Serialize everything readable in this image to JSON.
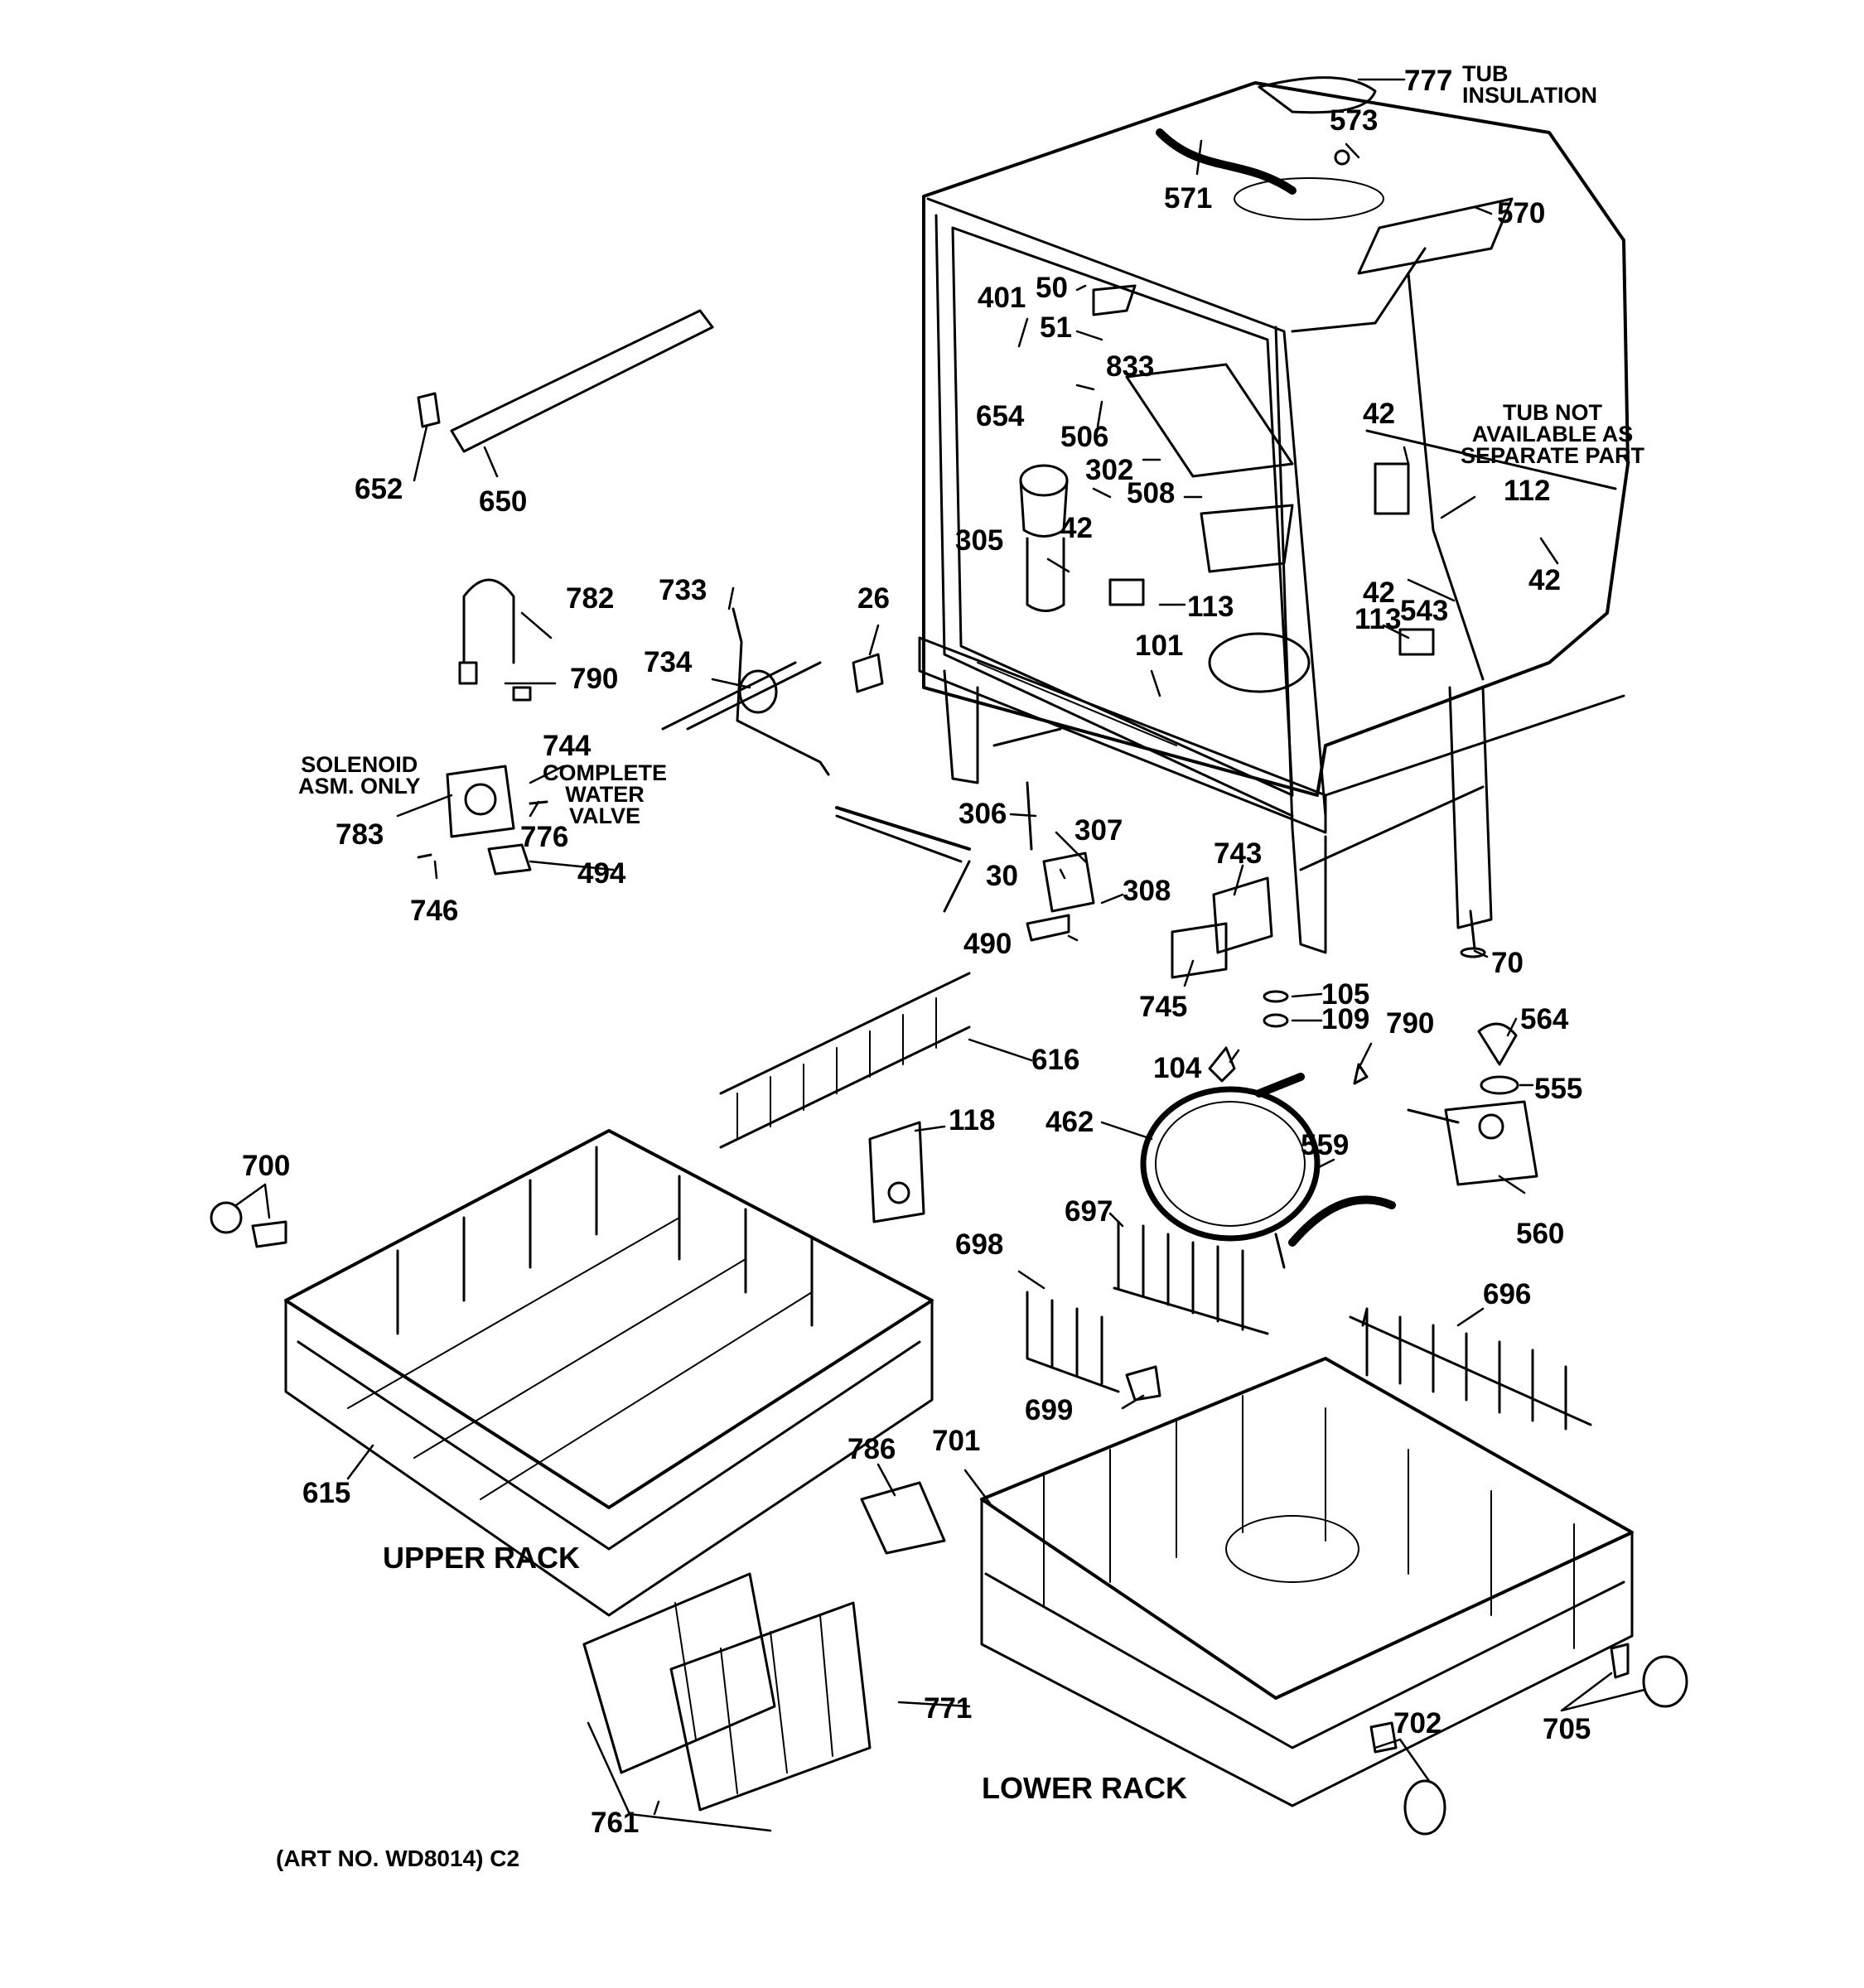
{
  "diagram": {
    "part_labels": [
      "777",
      "573",
      "571",
      "570",
      "50",
      "401",
      "51",
      "833",
      "654",
      "506",
      "42",
      "302",
      "508",
      "305",
      "113",
      "101",
      "112",
      "543",
      "652",
      "650",
      "782",
      "790",
      "733",
      "734",
      "26",
      "744",
      "783",
      "776",
      "746",
      "494",
      "306",
      "307",
      "30",
      "308",
      "490",
      "743",
      "745",
      "70",
      "105",
      "109",
      "104",
      "564",
      "555",
      "616",
      "118",
      "462",
      "559",
      "560",
      "700",
      "697",
      "698",
      "696",
      "699",
      "615",
      "786",
      "701",
      "771",
      "761",
      "702",
      "705"
    ],
    "notes": {
      "tub_insulation": "TUB\nINSULATION",
      "tub_not_available": "TUB NOT\nAVAILABLE AS\nSEPARATE PART",
      "solenoid": "SOLENOID\nASM. ONLY",
      "complete_valve": "COMPLETE\nWATER\nVALVE"
    },
    "sections": {
      "upper_rack": "UPPER RACK",
      "lower_rack": "LOWER RACK"
    },
    "art_number": "(ART NO. WD8014) C2"
  }
}
